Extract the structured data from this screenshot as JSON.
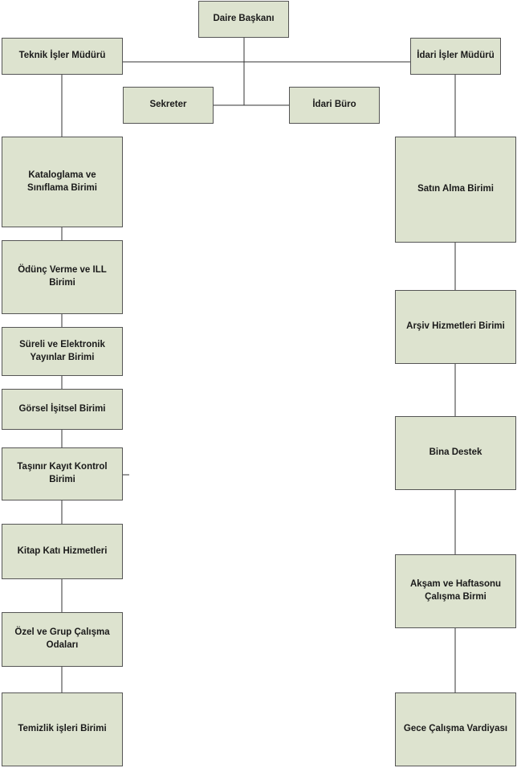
{
  "colors": {
    "box_fill": "#dde3cf",
    "box_border": "#555555",
    "line": "#333333",
    "text": "#1a1a1a"
  },
  "org_chart": {
    "head": {
      "label": "Daire Başkanı"
    },
    "technical_manager": {
      "label": "Teknik İşler Müdürü"
    },
    "admin_manager": {
      "label": "İdari İşler Müdürü"
    },
    "secretary": {
      "label": "Sekreter"
    },
    "admin_office": {
      "label": "İdari Büro"
    },
    "technical_units": [
      {
        "label": "Kataloglama ve Sınıflama Birimi"
      },
      {
        "label": "Ödünç Verme ve ILL Birimi"
      },
      {
        "label": "Süreli ve Elektronik Yayınlar Birimi"
      },
      {
        "label": "Görsel İşitsel Birimi"
      },
      {
        "label": "Taşınır Kayıt Kontrol Birimi"
      },
      {
        "label": "Kitap Katı Hizmetleri"
      },
      {
        "label": "Özel ve Grup Çalışma Odaları"
      },
      {
        "label": "Temizlik işleri Birimi"
      }
    ],
    "admin_units": [
      {
        "label": "Satın Alma Birimi"
      },
      {
        "label": "Arşiv Hizmetleri Birimi"
      },
      {
        "label": "Bina Destek"
      },
      {
        "label": "Akşam ve Haftasonu Çalışma Birmi"
      },
      {
        "label": "Gece Çalışma Vardiyası"
      }
    ]
  }
}
